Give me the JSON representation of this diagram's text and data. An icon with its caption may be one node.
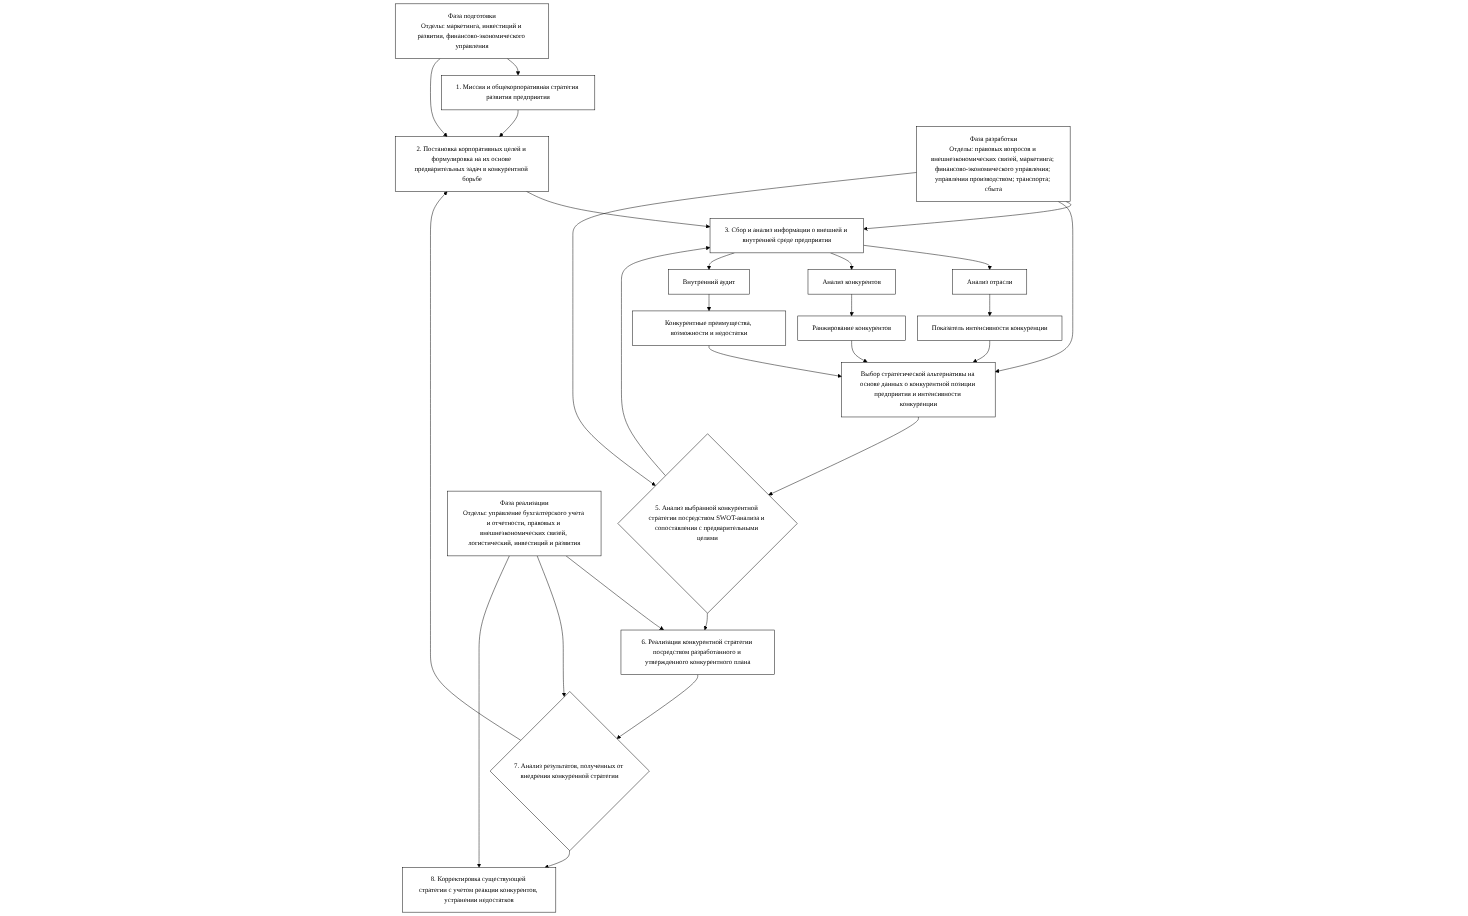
{
  "diagram": {
    "nodes": [
      {
        "text": [
          "1. Миссия и общекорпоративная стратегия развития предприятия"
        ]
      },
      {
        "text": [
          "2. Постановка корпоративных целей и формулировка на их основе предварительных задач в конкурентной борьбе"
        ]
      },
      {
        "text": [
          "3. Сбор и анализ информации о внешней и внутренней среде предприятия"
        ]
      },
      {
        "text": [
          "Анализ отрасли"
        ]
      },
      {
        "text": [
          "Анализ конкурентов"
        ]
      },
      {
        "text": [
          "Внутренний аудит"
        ]
      },
      {
        "text": [
          "Показатель интенсивности конкуренции"
        ]
      },
      {
        "text": [
          "Ранжирование конкурентов"
        ]
      },
      {
        "text": [
          "Конкурентные преимущества, возможности и недостатки"
        ]
      },
      {
        "text": [
          "Выбор стратегической альтернативы на основе данных о конкурентной позиции предприятия и интенсивности конкуренции"
        ]
      },
      {
        "text": [
          "5. Анализ выбранной конкурентной стратегии посредством SWOT-анализа и сопоставления с предварительными целями"
        ]
      },
      {
        "text": [
          "6. Реализация конкурентной стратегии посредством разработанного и утвержденного конкурентного плана"
        ]
      },
      {
        "text": [
          "7. Анализ результатов, полученных от внедрения конкуренной стратегии"
        ]
      },
      {
        "text": [
          "8. Корректировка существующей стратегии с учетом реакции конкурентов, устранении недостатков"
        ]
      },
      {
        "text": [
          "Фаза подготовки",
          "Отделы: маркетинга, инвестиций и развития, финансово-экономического управления"
        ]
      },
      {
        "text": [
          "Фаза разработки",
          "Отделы: правовых вопросов и внешнеэкономических связей, маркетинга; финансово-экономического управления; управления производством; транспорта; сбыта"
        ]
      },
      {
        "text": [
          "Фаза реализации",
          "Отделы: управление бухгалтерского учета и отчетности, правовых и внешнеэкономических связей, логистический, инвестиций и развития"
        ]
      }
    ],
    "edges": [
      {
        "from": 0,
        "to": 1,
        "arrow": "to"
      },
      {
        "from": 1,
        "to": 2,
        "arrow": "to"
      },
      {
        "from": 2,
        "to": 3,
        "arrow": "to"
      },
      {
        "from": 2,
        "to": 4,
        "arrow": "to"
      },
      {
        "from": 2,
        "to": 5,
        "arrow": "to"
      },
      {
        "from": 3,
        "to": 6,
        "arrow": "to"
      },
      {
        "from": 4,
        "to": 7,
        "arrow": "to"
      },
      {
        "from": 5,
        "to": 8,
        "arrow": "to"
      },
      {
        "from": 6,
        "to": 9,
        "arrow": "to"
      },
      {
        "from": 7,
        "to": 9,
        "arrow": "to"
      },
      {
        "from": 8,
        "to": 9,
        "arrow": "to"
      },
      {
        "from": 9,
        "to": 10,
        "arrow": "to"
      },
      {
        "from": 10,
        "to": 11,
        "arrow": "to"
      },
      {
        "from": 11,
        "to": 12,
        "arrow": "to"
      },
      {
        "from": 12,
        "to": 13,
        "arrow": "to"
      },
      {
        "from": 10,
        "to": 2,
        "arrow": "to"
      },
      {
        "from": 12,
        "to": 1,
        "arrow": "to"
      },
      {
        "from": 14,
        "to": 0,
        "arrow": "to"
      },
      {
        "from": 14,
        "to": 1,
        "arrow": "to"
      },
      {
        "from": 15,
        "to": 2,
        "arrow": "to"
      },
      {
        "from": 15,
        "to": 9,
        "arrow": "to"
      },
      {
        "from": 15,
        "to": 10,
        "arrow": "to"
      },
      {
        "from": 16,
        "to": 11,
        "arrow": "to"
      },
      {
        "from": 16,
        "to": 12,
        "arrow": "to"
      },
      {
        "from": 16,
        "to": 13,
        "arrow": "to"
      }
    ]
  }
}
